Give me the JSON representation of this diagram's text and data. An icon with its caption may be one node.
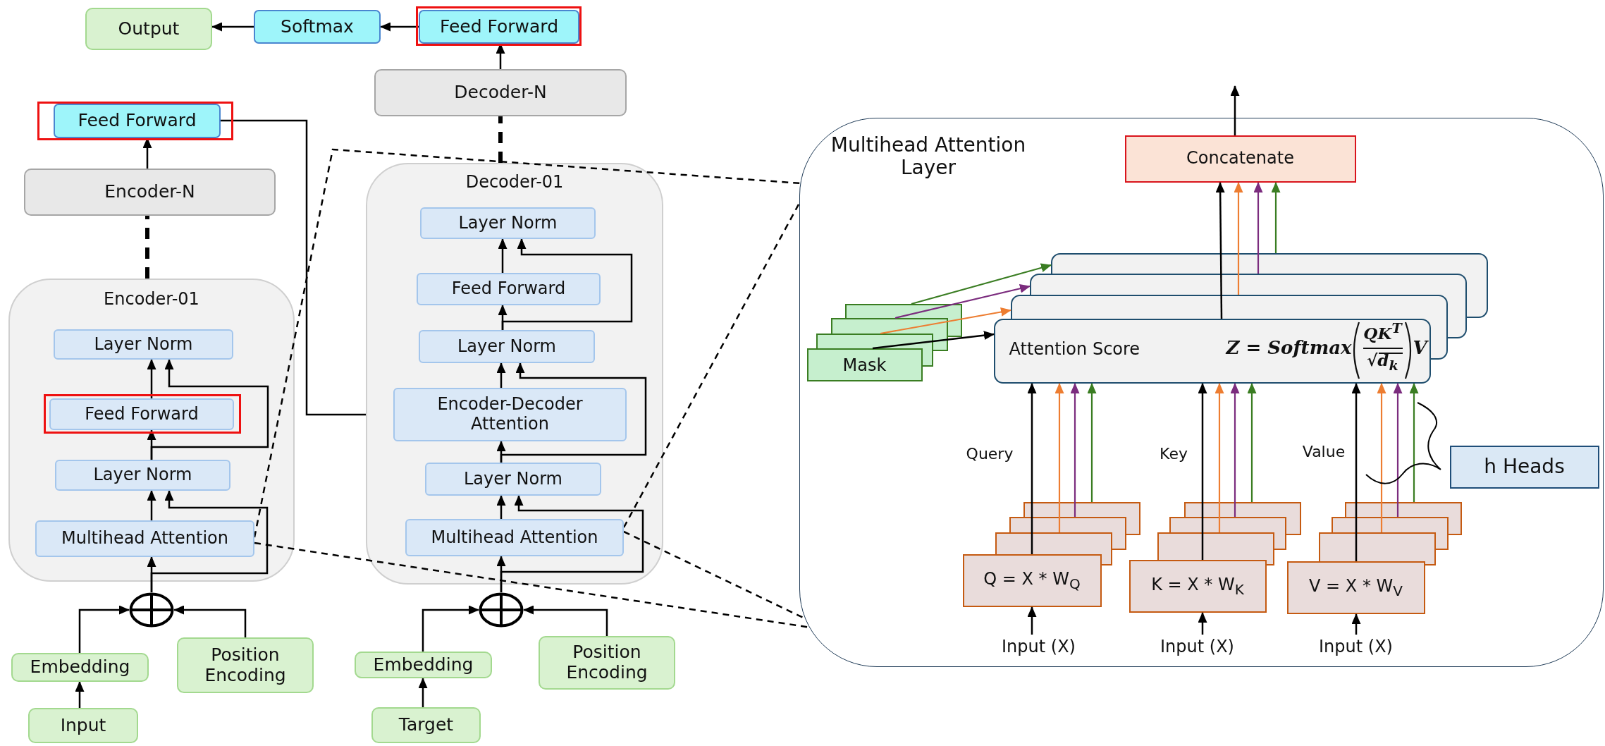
{
  "diagram": {
    "nodes": [
      {
        "text": [
          "Output"
        ]
      },
      {
        "text": [
          "Softmax"
        ]
      },
      {
        "text": [],
        "shape": "box"
      },
      {
        "text": [
          "Feed Forward"
        ],
        "in": 2
      },
      {
        "text": [
          "Decoder-N"
        ]
      },
      {
        "text": [],
        "shape": "box"
      },
      {
        "text": [
          "Feed Forward"
        ],
        "in": 5
      },
      {
        "text": [
          "Encoder-N"
        ]
      },
      {
        "text": [
          "Encoder-01"
        ]
      },
      {
        "text": [
          "Layer Norm"
        ],
        "in": 8
      },
      {
        "text": [],
        "shape": "box",
        "in": 8
      },
      {
        "text": [
          "Feed Forward"
        ],
        "in": 10
      },
      {
        "text": [
          "Layer Norm"
        ],
        "in": 8
      },
      {
        "text": [
          "Multihead Attention"
        ],
        "in": 8
      },
      {
        "text": [],
        "shape": "circle"
      },
      {
        "text": [
          "Embedding"
        ]
      },
      {
        "text": [
          "Position Encoding"
        ]
      },
      {
        "text": [
          "Input"
        ]
      },
      {
        "text": [
          "Decoder-01"
        ]
      },
      {
        "text": [
          "Layer Norm"
        ],
        "in": 18
      },
      {
        "text": [
          "Feed Forward"
        ],
        "in": 18
      },
      {
        "text": [
          "Layer Norm"
        ],
        "in": 18
      },
      {
        "text": [
          "Encoder-Decoder Attention"
        ],
        "in": 18
      },
      {
        "text": [
          "Layer Norm"
        ],
        "in": 18
      },
      {
        "text": [
          "Multihead Attention"
        ],
        "in": 18
      },
      {
        "text": [],
        "shape": "circle"
      },
      {
        "text": [
          "Embedding"
        ]
      },
      {
        "text": [
          "Position Encoding"
        ]
      },
      {
        "text": [
          "Target"
        ]
      },
      {
        "text": [
          "Multihead Attention Layer"
        ]
      },
      {
        "text": [
          "Concatenate"
        ],
        "in": 29
      },
      {
        "text": [
          "Attention Score",
          "Z = Softmax",
          "QK$^{T}$",
          "√d$_{k}$",
          "V"
        ],
        "in": 29
      },
      {
        "text": [
          "Mask"
        ],
        "in": 29
      },
      {
        "text": [
          "Q = X * W$_{Q}$"
        ],
        "in": 29
      },
      {
        "text": [
          "K = X * W$_{K}$"
        ],
        "in": 29
      },
      {
        "text": [
          "V = X * W$_{V}$"
        ],
        "in": 29
      },
      {
        "text": [
          "h Heads"
        ],
        "in": 29
      },
      {
        "text": [
          "Input (X)"
        ],
        "in": 29
      },
      {
        "text": [
          "Input (X)"
        ],
        "in": 29
      },
      {
        "text": [
          "Input (X)"
        ],
        "in": 29
      }
    ],
    "edges": [
      {
        "from": 3,
        "to": 1,
        "arrow": "to"
      },
      {
        "from": 1,
        "to": 0,
        "arrow": "to"
      },
      {
        "from": 4,
        "to": 3,
        "arrow": "to"
      },
      {
        "from": 18,
        "to": 4,
        "arrow": "none",
        "style": "dashed"
      },
      {
        "from": 7,
        "to": 6,
        "arrow": "to"
      },
      {
        "from": 8,
        "to": 7,
        "arrow": "none",
        "style": "dashed"
      },
      {
        "from": 6,
        "to": 18,
        "arrow": "none"
      },
      {
        "from": 13,
        "to": 12,
        "arrow": "to"
      },
      {
        "from": 12,
        "to": 11,
        "arrow": "to"
      },
      {
        "from": 11,
        "to": 9,
        "arrow": "to"
      },
      {
        "from": 14,
        "to": 13,
        "arrow": "to"
      },
      {
        "from": 14,
        "to": 12,
        "arrow": "to"
      },
      {
        "from": 12,
        "to": 9,
        "arrow": "to"
      },
      {
        "from": 17,
        "to": 15,
        "arrow": "to"
      },
      {
        "from": 15,
        "to": 14,
        "arrow": "to"
      },
      {
        "from": 16,
        "to": 14,
        "arrow": "to"
      },
      {
        "from": 24,
        "to": 23,
        "arrow": "to"
      },
      {
        "from": 23,
        "to": 22,
        "arrow": "to"
      },
      {
        "from": 22,
        "to": 21,
        "arrow": "to"
      },
      {
        "from": 21,
        "to": 20,
        "arrow": "to"
      },
      {
        "from": 20,
        "to": 19,
        "arrow": "to"
      },
      {
        "from": 25,
        "to": 24,
        "arrow": "to"
      },
      {
        "from": 25,
        "to": 23,
        "arrow": "to"
      },
      {
        "from": 23,
        "to": 21,
        "arrow": "to"
      },
      {
        "from": 21,
        "to": 19,
        "arrow": "to"
      },
      {
        "from": 28,
        "to": 26,
        "arrow": "to"
      },
      {
        "from": 26,
        "to": 25,
        "arrow": "to"
      },
      {
        "from": 27,
        "to": 25,
        "arrow": "to"
      },
      {
        "from": 13,
        "to": 29,
        "arrow": "none",
        "style": "dashed"
      },
      {
        "from": 13,
        "to": 29,
        "arrow": "none",
        "style": "dashed"
      },
      {
        "from": 24,
        "to": 29,
        "arrow": "none",
        "style": "dashed"
      },
      {
        "from": 24,
        "to": 29,
        "arrow": "none",
        "style": "dashed"
      },
      {
        "from": 30,
        "to": null,
        "arrow": "to"
      },
      {
        "from": 31,
        "to": 30,
        "arrow": "to"
      },
      {
        "from": 31,
        "to": 30,
        "arrow": "to",
        "color": "#ed7d31"
      },
      {
        "from": 31,
        "to": 30,
        "arrow": "to",
        "color": "#7b2c7e"
      },
      {
        "from": 31,
        "to": 30,
        "arrow": "to",
        "color": "#3a7d22"
      },
      {
        "from": 32,
        "to": 31,
        "arrow": "to"
      },
      {
        "from": 32,
        "to": 31,
        "arrow": "to",
        "color": "#ed7d31"
      },
      {
        "from": 32,
        "to": 31,
        "arrow": "to",
        "color": "#7b2c7e"
      },
      {
        "from": 32,
        "to": 31,
        "arrow": "to",
        "color": "#3a7d22"
      },
      {
        "from": 33,
        "to": 31,
        "arrow": "to",
        "label": "Query"
      },
      {
        "from": 33,
        "to": 31,
        "arrow": "to",
        "color": "#ed7d31"
      },
      {
        "from": 33,
        "to": 31,
        "arrow": "to",
        "color": "#7b2c7e"
      },
      {
        "from": 33,
        "to": 31,
        "arrow": "to",
        "color": "#3a7d22"
      },
      {
        "from": 34,
        "to": 31,
        "arrow": "to",
        "label": "Key"
      },
      {
        "from": 34,
        "to": 31,
        "arrow": "to",
        "color": "#ed7d31"
      },
      {
        "from": 34,
        "to": 31,
        "arrow": "to",
        "color": "#7b2c7e"
      },
      {
        "from": 34,
        "to": 31,
        "arrow": "to",
        "color": "#3a7d22"
      },
      {
        "from": 35,
        "to": 31,
        "arrow": "to",
        "label": "Value"
      },
      {
        "from": 35,
        "to": 31,
        "arrow": "to",
        "color": "#ed7d31"
      },
      {
        "from": 35,
        "to": 31,
        "arrow": "to",
        "color": "#7b2c7e"
      },
      {
        "from": 35,
        "to": 31,
        "arrow": "to",
        "color": "#3a7d22"
      },
      {
        "from": 37,
        "to": 33,
        "arrow": "to"
      },
      {
        "from": 38,
        "to": 34,
        "arrow": "to"
      },
      {
        "from": 39,
        "to": 35,
        "arrow": "to"
      }
    ]
  }
}
